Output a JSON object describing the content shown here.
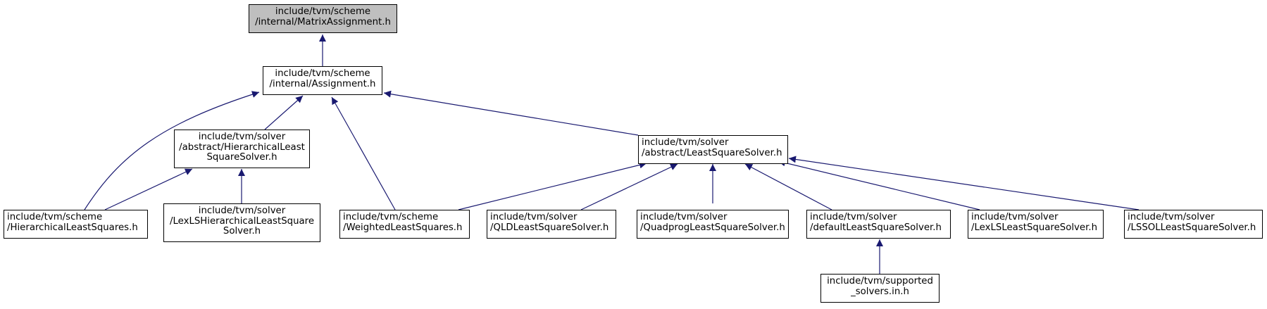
{
  "colors": {
    "edge": "#191970",
    "root_fill": "#bfbfbf",
    "node_fill": "#ffffff",
    "border": "#000000"
  },
  "nodes": {
    "matrix_assignment": {
      "l1": "include/tvm/scheme",
      "l2": "/internal/MatrixAssignment.h"
    },
    "assignment": {
      "l1": "include/tvm/scheme",
      "l2": "/internal/Assignment.h"
    },
    "hier_lss_abstract": {
      "l1": "include/tvm/solver",
      "l2": "/abstract/HierarchicalLeast",
      "l3": "SquareSolver.h"
    },
    "lss_abstract": {
      "l1": "include/tvm/solver",
      "l2": "/abstract/LeastSquareSolver.h"
    },
    "hier_lsq": {
      "l1": "include/tvm/scheme",
      "l2": "/HierarchicalLeastSquares.h"
    },
    "lexls_hier": {
      "l1": "include/tvm/solver",
      "l2": "/LexLSHierarchicalLeastSquare",
      "l3": "Solver.h"
    },
    "weighted_lsq": {
      "l1": "include/tvm/scheme",
      "l2": "/WeightedLeastSquares.h"
    },
    "qld": {
      "l1": "include/tvm/solver",
      "l2": "/QLDLeastSquareSolver.h"
    },
    "quadprog": {
      "l1": "include/tvm/solver",
      "l2": "/QuadprogLeastSquareSolver.h"
    },
    "default_lss": {
      "l1": "include/tvm/solver",
      "l2": "/defaultLeastSquareSolver.h"
    },
    "lexls": {
      "l1": "include/tvm/solver",
      "l2": "/LexLSLeastSquareSolver.h"
    },
    "lssol": {
      "l1": "include/tvm/solver",
      "l2": "/LSSOLLeastSquareSolver.h"
    },
    "supported": {
      "l1": "include/tvm/supported",
      "l2": "_solvers.in.h"
    }
  }
}
